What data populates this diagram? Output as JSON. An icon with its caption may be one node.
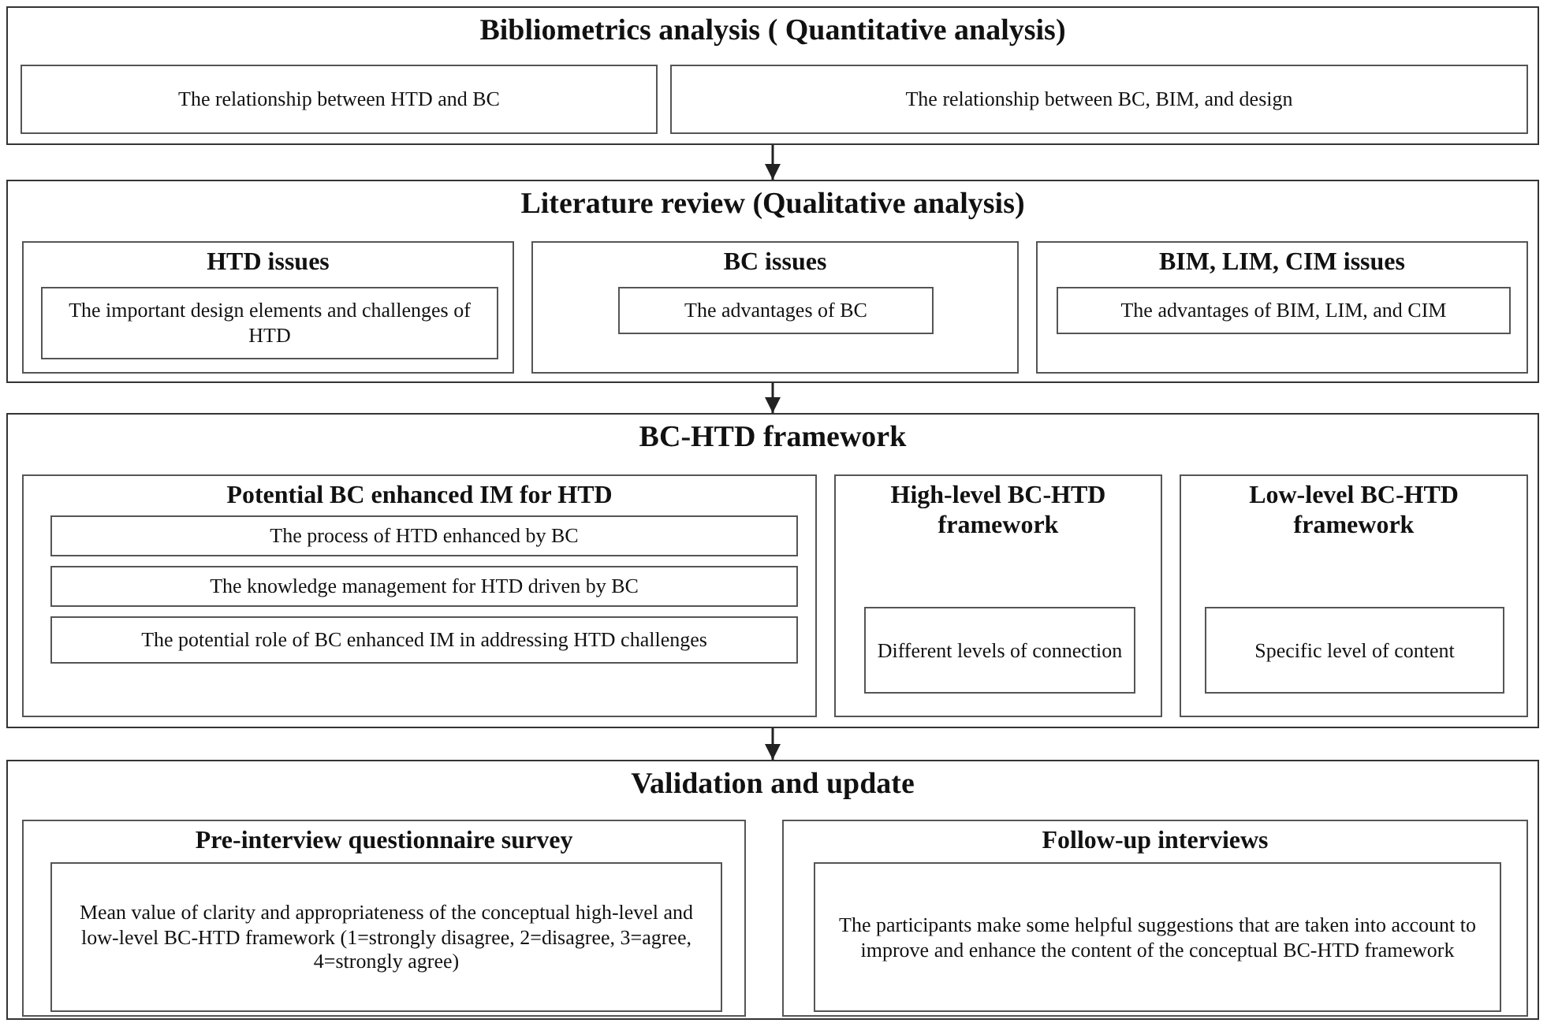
{
  "diagram": {
    "nodes": [
      {
        "text": [
          "Bibliometrics analysis ( Quantitative analysis)"
        ]
      },
      {
        "text": [
          "The relationship between HTD and BC"
        ],
        "in": 0
      },
      {
        "text": [
          "The relationship between BC, BIM, and design"
        ],
        "in": 0
      },
      {
        "text": [
          "Literature review (Qualitative analysis)"
        ]
      },
      {
        "text": [
          "HTD issues"
        ],
        "in": 3
      },
      {
        "text": [
          "The important design elements and challenges of HTD"
        ],
        "in": 4
      },
      {
        "text": [
          "BC issues"
        ],
        "in": 3
      },
      {
        "text": [
          "The advantages of BC"
        ],
        "in": 6
      },
      {
        "text": [
          "BIM, LIM, CIM issues"
        ],
        "in": 3
      },
      {
        "text": [
          "The advantages of BIM, LIM, and CIM"
        ],
        "in": 8
      },
      {
        "text": [
          "BC-HTD framework"
        ]
      },
      {
        "text": [
          "Potential BC enhanced IM for HTD"
        ],
        "in": 10
      },
      {
        "text": [
          "The process of HTD enhanced by BC"
        ],
        "in": 11
      },
      {
        "text": [
          "The knowledge management for HTD driven by BC"
        ],
        "in": 11
      },
      {
        "text": [
          "The potential role of BC enhanced IM in addressing HTD challenges"
        ],
        "in": 11
      },
      {
        "text": [
          "High-level BC-HTD framework"
        ],
        "in": 10
      },
      {
        "text": [
          "Different levels of connection"
        ],
        "in": 15
      },
      {
        "text": [
          "Low-level BC-HTD framework"
        ],
        "in": 10
      },
      {
        "text": [
          "Specific level of content"
        ],
        "in": 17
      },
      {
        "text": [
          "Validation and update"
        ]
      },
      {
        "text": [
          "Pre-interview questionnaire survey"
        ],
        "in": 19
      },
      {
        "text": [
          "Mean value of clarity and appropriateness of the conceptual high-level and low-level BC-HTD framework (1=strongly disagree, 2=disagree, 3=agree, 4=strongly agree)"
        ],
        "in": 20
      },
      {
        "text": [
          "Follow-up interviews"
        ],
        "in": 19
      },
      {
        "text": [
          "The participants make some helpful suggestions that are taken into account to improve and enhance the content of the conceptual BC-HTD framework"
        ],
        "in": 22
      }
    ],
    "edges": [
      {
        "from": 0,
        "to": 3,
        "arrow": "to"
      },
      {
        "from": 3,
        "to": 10,
        "arrow": "to"
      },
      {
        "from": 10,
        "to": 19,
        "arrow": "to"
      }
    ]
  }
}
